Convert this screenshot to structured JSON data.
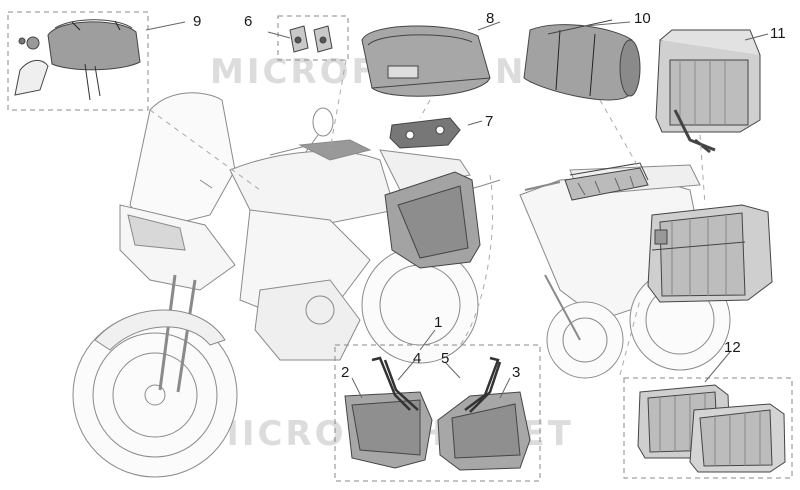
{
  "diagram": {
    "watermark": "MICROFICHE.NET",
    "callouts": {
      "c1": "1",
      "c2": "2",
      "c3": "3",
      "c4": "4",
      "c5": "5",
      "c6": "6",
      "c7": "7",
      "c8": "8",
      "c9": "9",
      "c10": "10",
      "c11": "11",
      "c12": "12"
    },
    "colors": {
      "line": "#555555",
      "fill": "#a9a9a9",
      "body": "#f2f2f2"
    }
  }
}
